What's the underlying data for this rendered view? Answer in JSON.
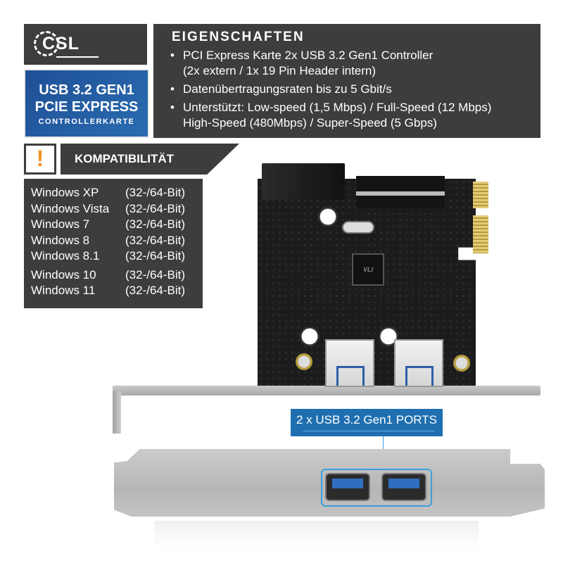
{
  "brand": {
    "logo_text": "CSL"
  },
  "product_title": {
    "line1": "USB 3.2 GEN1",
    "line2": "PCIE EXPRESS",
    "line3": "CONTROLLERKARTE"
  },
  "features": {
    "heading": "EIGENSCHAFTEN",
    "items": [
      {
        "bullet": "•",
        "line1": "PCI Express Karte 2x USB 3.2 Gen1 Controller",
        "line2": "(2x extern / 1x 19 Pin Header intern)"
      },
      {
        "bullet": "•",
        "line1": "Datenübertragungsraten bis zu 5 Gbit/s",
        "line2": ""
      },
      {
        "bullet": "•",
        "line1": "Unterstützt: Low-speed (1,5 Mbps) / Full-Speed (12 Mbps)",
        "line2": "High-Speed (480Mbps) / Super-Speed (5 Gbps)"
      }
    ]
  },
  "compatibility": {
    "warning_icon": "!",
    "heading": "KOMPATIBILITÄT",
    "rows": [
      {
        "os": "Windows XP",
        "bits": "(32-/64-Bit)"
      },
      {
        "os": "Windows Vista",
        "bits": "(32-/64-Bit)"
      },
      {
        "os": "Windows 7",
        "bits": "(32-/64-Bit)"
      },
      {
        "os": "Windows 8",
        "bits": "(32-/64-Bit)"
      },
      {
        "os": "Windows 8.1",
        "bits": "(32-/64-Bit)"
      },
      {
        "os": "Windows 10",
        "bits": "(32-/64-Bit)"
      },
      {
        "os": "Windows 11",
        "bits": "(32-/64-Bit)"
      }
    ]
  },
  "pcb": {
    "chip_label": "VLI"
  },
  "callout": {
    "label": "2 x USB 3.2 Gen1 PORTS"
  },
  "colors": {
    "panel_dark": "#3d3d3d",
    "brand_blue": "#1f6fb0",
    "warning_orange": "#f29220",
    "callout_line": "#3aa0dc"
  }
}
